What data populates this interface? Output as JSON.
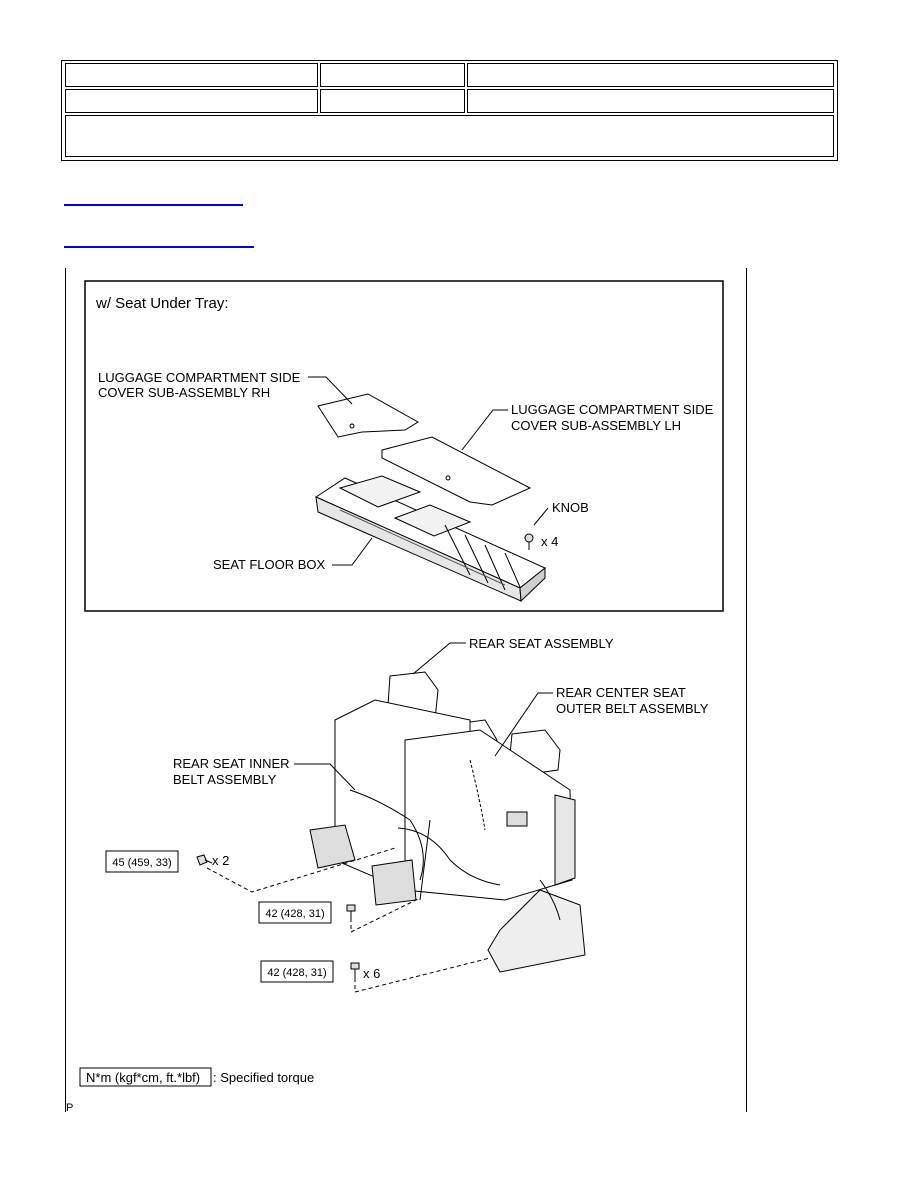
{
  "figure": {
    "inset_title": "w/ Seat Under Tray:",
    "labels": {
      "lcs_rh_line1": "LUGGAGE COMPARTMENT SIDE",
      "lcs_rh_line2": "COVER SUB-ASSEMBLY RH",
      "lcs_lh_line1": "LUGGAGE COMPARTMENT SIDE",
      "lcs_lh_line2": "COVER SUB-ASSEMBLY LH",
      "knob": "KNOB",
      "knob_qty": "x 4",
      "seat_floor_box": "SEAT FLOOR BOX",
      "rear_seat_assembly": "REAR SEAT ASSEMBLY",
      "rear_center_line1": "REAR CENTER SEAT",
      "rear_center_line2": "OUTER BELT ASSEMBLY",
      "rear_inner_line1": "REAR SEAT INNER",
      "rear_inner_line2": "BELT ASSEMBLY"
    },
    "torques": {
      "t1": "45 (459, 33)",
      "t1_qty": "x 2",
      "t2": "42 (428, 31)",
      "t3": "42 (428, 31)",
      "t3_qty": "x 6"
    },
    "legend": {
      "unit": "N*m (kgf*cm, ft.*lbf)",
      "desc": ": Specified torque"
    },
    "corner_code": "P"
  }
}
